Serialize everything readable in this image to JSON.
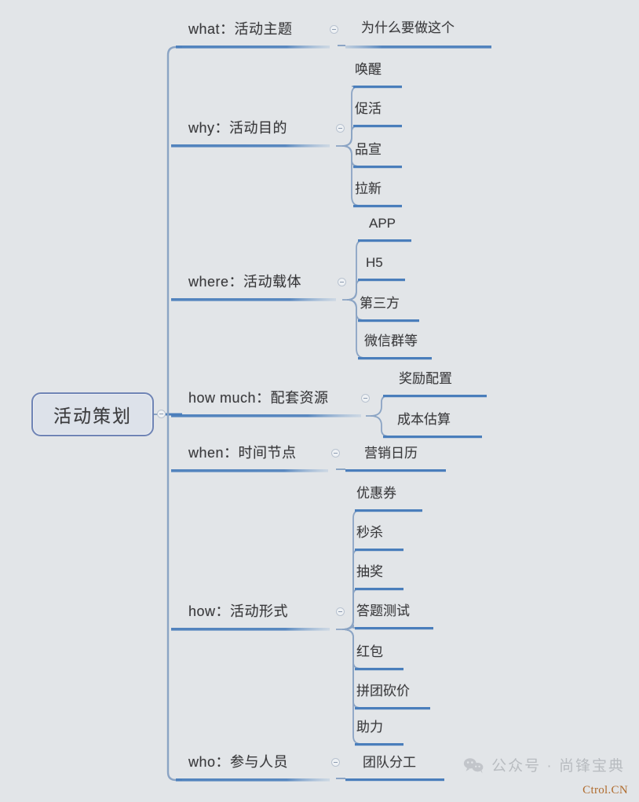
{
  "canvas": {
    "background": "#e2e5e8",
    "branch_color": "#4a7ebb",
    "spine_color": "#8ba4c4",
    "root_border": "#6f84b5",
    "root_fill": "#dde2ea"
  },
  "root": {
    "label": "活动策划"
  },
  "branches": [
    {
      "label": "what：活动主题",
      "children": [
        {
          "label": "为什么要做这个"
        }
      ]
    },
    {
      "label": "why：活动目的",
      "children": [
        {
          "label": "唤醒"
        },
        {
          "label": "促活"
        },
        {
          "label": "品宣"
        },
        {
          "label": "拉新"
        }
      ]
    },
    {
      "label": "where：活动载体",
      "children": [
        {
          "label": "APP"
        },
        {
          "label": "H5"
        },
        {
          "label": "第三方"
        },
        {
          "label": "微信群等"
        }
      ]
    },
    {
      "label": "how much：配套资源",
      "children": [
        {
          "label": "奖励配置"
        },
        {
          "label": "成本估算"
        }
      ]
    },
    {
      "label": "when：时间节点",
      "children": [
        {
          "label": "营销日历"
        }
      ]
    },
    {
      "label": "how：活动形式",
      "children": [
        {
          "label": "优惠券"
        },
        {
          "label": "秒杀"
        },
        {
          "label": "抽奖"
        },
        {
          "label": "答题测试"
        },
        {
          "label": "红包"
        },
        {
          "label": "拼团砍价"
        },
        {
          "label": "助力"
        }
      ]
    },
    {
      "label": "who：参与人员",
      "children": [
        {
          "label": "团队分工"
        }
      ]
    }
  ],
  "watermark": {
    "text": "公众号 · 尚锋宝典",
    "icon": "wechat-icon",
    "credit": "Ctrol.CN"
  }
}
